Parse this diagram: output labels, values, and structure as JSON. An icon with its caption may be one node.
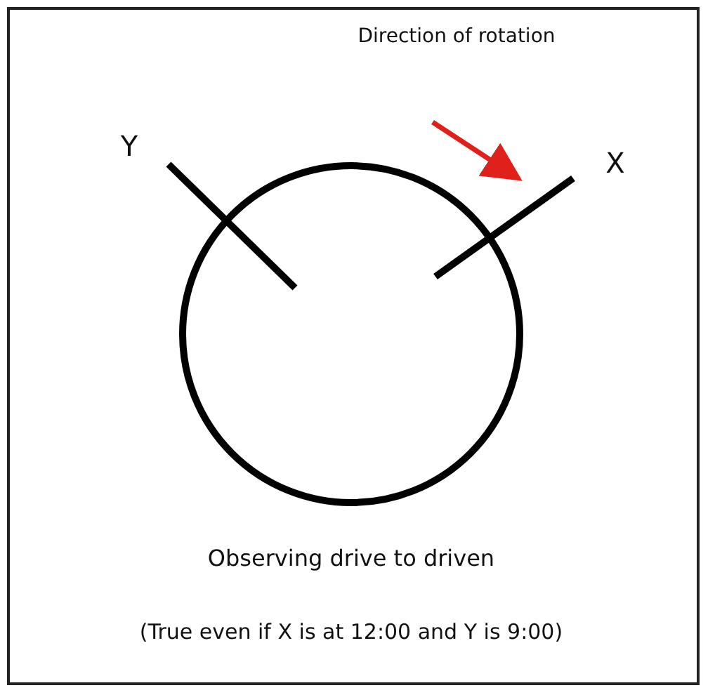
{
  "diagram": {
    "labels": [
      "Direction of rotation",
      "Y",
      "X",
      "Observing drive to driven",
      "(True even if X is at 12:00 and Y is 9:00)"
    ]
  }
}
